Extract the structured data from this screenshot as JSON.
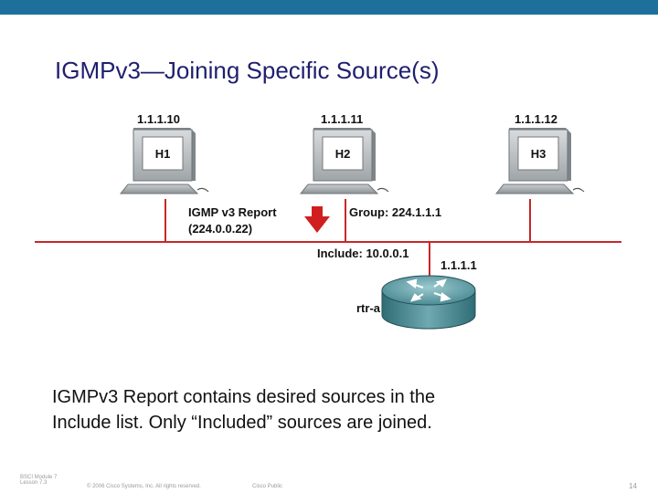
{
  "title": "IGMPv3—Joining Specific Source(s)",
  "hosts": [
    {
      "name": "H1",
      "ip": "1.1.1.10"
    },
    {
      "name": "H2",
      "ip": "1.1.1.11"
    },
    {
      "name": "H3",
      "ip": "1.1.1.12"
    }
  ],
  "report": {
    "line1": "IGMP v3 Report",
    "line2": "(224.0.0.22)",
    "group": "Group: 224.1.1.1",
    "include": "Include: 10.0.0.1"
  },
  "router": {
    "name": "rtr-a",
    "ip": "1.1.1.1"
  },
  "caption": {
    "line1": "IGMPv3 Report contains desired sources in the",
    "line2": "Include list. Only “Included” sources are joined."
  },
  "footer": {
    "module_line1": "BSCI Module 7",
    "module_line2": "Lesson 7.3",
    "copyright": "© 2006 Cisco Systems, Inc. All rights reserved.",
    "classification": "Cisco Public",
    "page": "14"
  },
  "colors": {
    "top_bar": "#1d6f9c",
    "title": "#1f1f6e",
    "arrow": "#d11e1e",
    "router": "#4b8a93"
  }
}
